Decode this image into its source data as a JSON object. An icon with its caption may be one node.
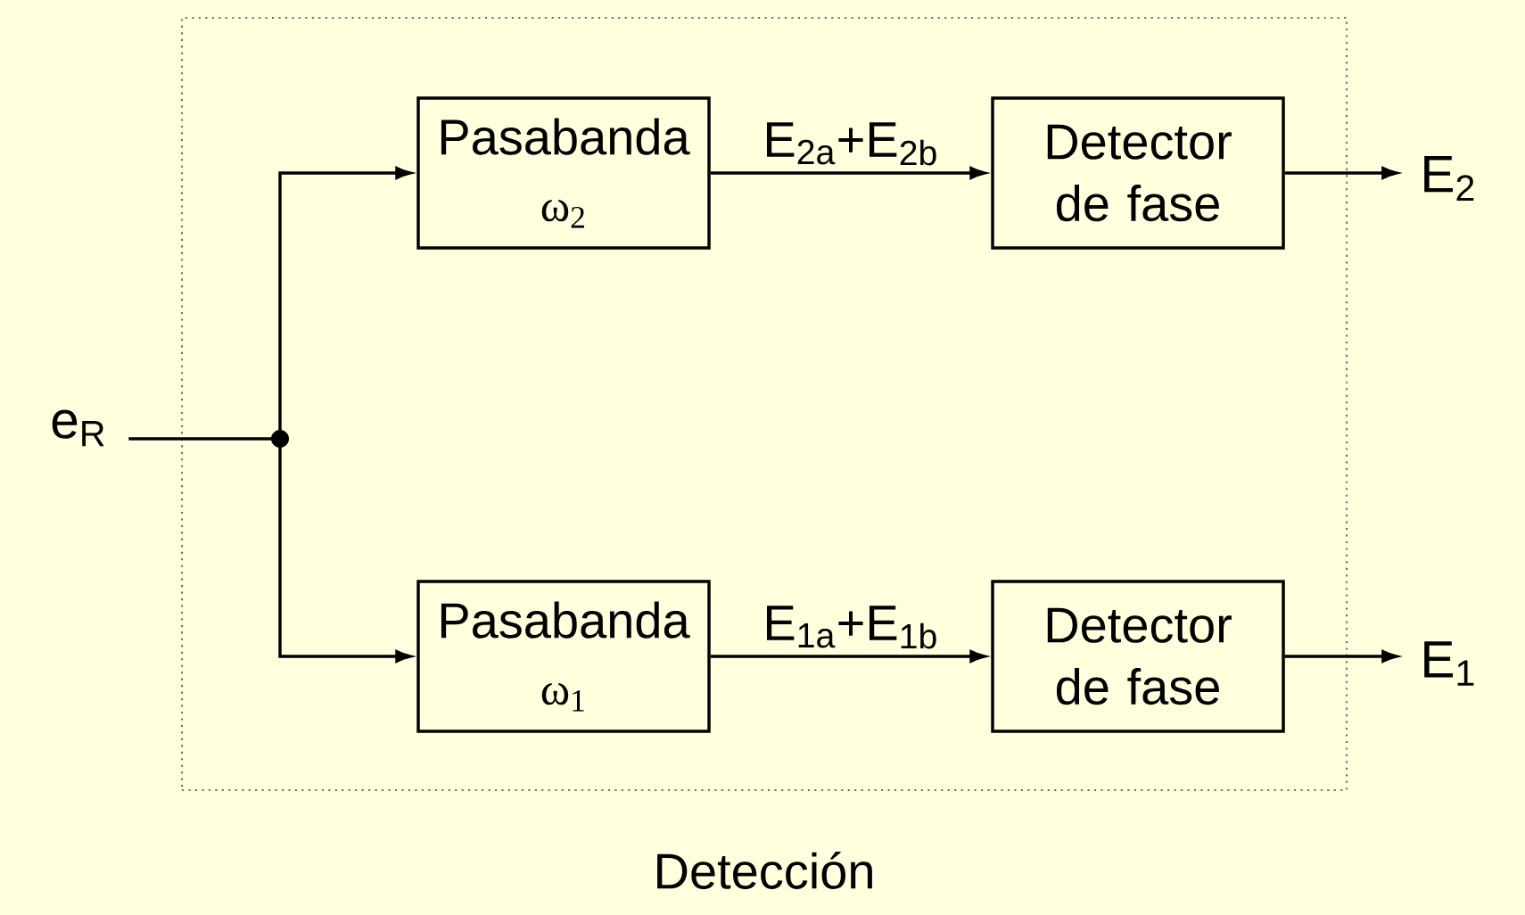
{
  "diagram": {
    "nodes": [
      {
        "text": [
          "Detección"
        ]
      },
      {
        "text": [
          "Pasabanda",
          "ω$_{2}$"
        ],
        "in": 0
      },
      {
        "text": [
          "Detector de fase"
        ],
        "in": 0
      },
      {
        "text": [
          "Pasabanda",
          "ω$_{1}$"
        ],
        "in": 0
      },
      {
        "text": [
          "Detector de fase"
        ],
        "in": 0
      },
      {
        "text": [
          "E$_{2}$"
        ]
      },
      {
        "text": [
          "E$_{1}$"
        ]
      },
      {
        "text": [
          "e$_{R}$"
        ]
      },
      {
        "text": [],
        "shape": "circle",
        "in": 0
      }
    ],
    "edges": [
      {
        "from": 7,
        "to": 8,
        "arrow": "none"
      },
      {
        "from": 8,
        "to": 1,
        "arrow": "to"
      },
      {
        "from": 8,
        "to": 3,
        "arrow": "to"
      },
      {
        "from": 1,
        "to": 2,
        "arrow": "to",
        "label": "E$_{2a}$+E$_{2b}$"
      },
      {
        "from": 3,
        "to": 4,
        "arrow": "to",
        "label": "E$_{1a}$+E$_{1b}$"
      },
      {
        "from": 2,
        "to": 5,
        "arrow": "to"
      },
      {
        "from": 4,
        "to": 6,
        "arrow": "to"
      }
    ]
  }
}
